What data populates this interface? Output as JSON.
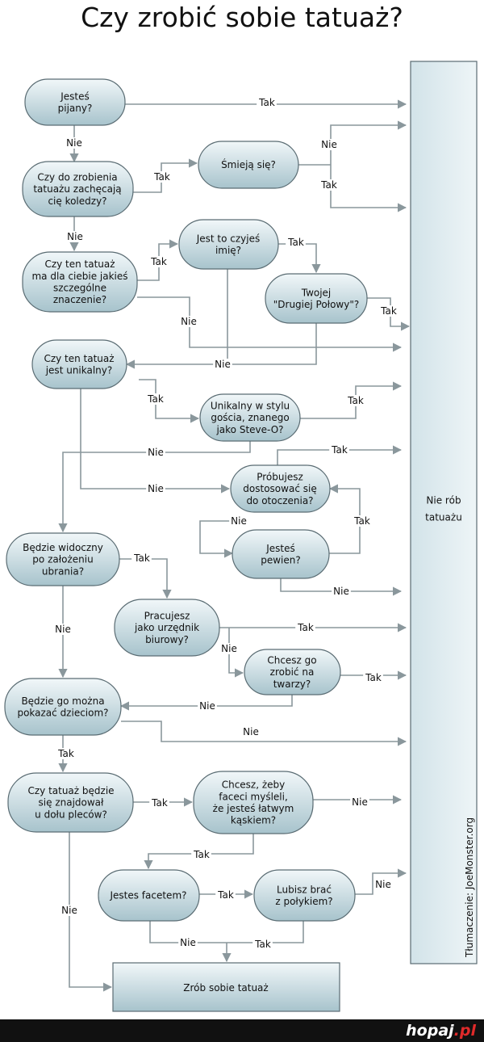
{
  "title": "Czy zrobić sobie tatuaż?",
  "nodes": {
    "pijany": "Jesteś\npijany?",
    "koledzy": "Czy do zrobienia\ntatuażu zachęcają\ncię koledzy?",
    "smieja": "Śmieją się?",
    "znaczenie": "Czy ten tatuaż\nma dla ciebie jakieś\nszczególne\nznaczenie?",
    "imie": "Jest to czyjeś\nimię?",
    "polowa": "Twojej\n\"Drugiej Połowy\"?",
    "unikalny": "Czy ten tatuaż\njest unikalny?",
    "steveo": "Unikalny w stylu\ngościa, znanego\njako Steve-O?",
    "otoczenie": "Próbujesz\ndostosować się\ndo otoczenia?",
    "pewien": "Jesteś\npewien?",
    "widoczny": "Będzie widoczny\npo założeniu\nubrania?",
    "urzednik": "Pracujesz\njako urzędnik\nbiurowy?",
    "twarz": "Chcesz go\nzrobić na\ntwarzy?",
    "dzieci": "Będzie go można\npokazać dzieciom?",
    "plecy": "Czy tatuaż będzie\nsię znajdował\nu dołu pleców?",
    "faceci": "Chcesz, żeby\nfaceci myśleli,\nże jesteś łatwym\nkąskiem?",
    "facet": "Jestes facetem?",
    "polyk": "Lubisz brać\nz połykiem?",
    "zrob": "Zrób sobie tatuaż",
    "nie_rob": "Nie rób\ntatuażu"
  },
  "labels": {
    "tak": "Tak",
    "nie": "Nie"
  },
  "credit": "Tłumaczenie: JoeMonster.org",
  "footer": {
    "brand_main": "hopaj",
    "brand_accent": ".pl"
  },
  "colors": {
    "node_top": "#f1f7f9",
    "node_bottom": "#a7c3cc",
    "panel_left": "#d5e5ea",
    "panel_right": "#eef5f7",
    "edge": "#8a979c",
    "footer_bg": "#111111",
    "brand_accent": "#e02a2a"
  }
}
